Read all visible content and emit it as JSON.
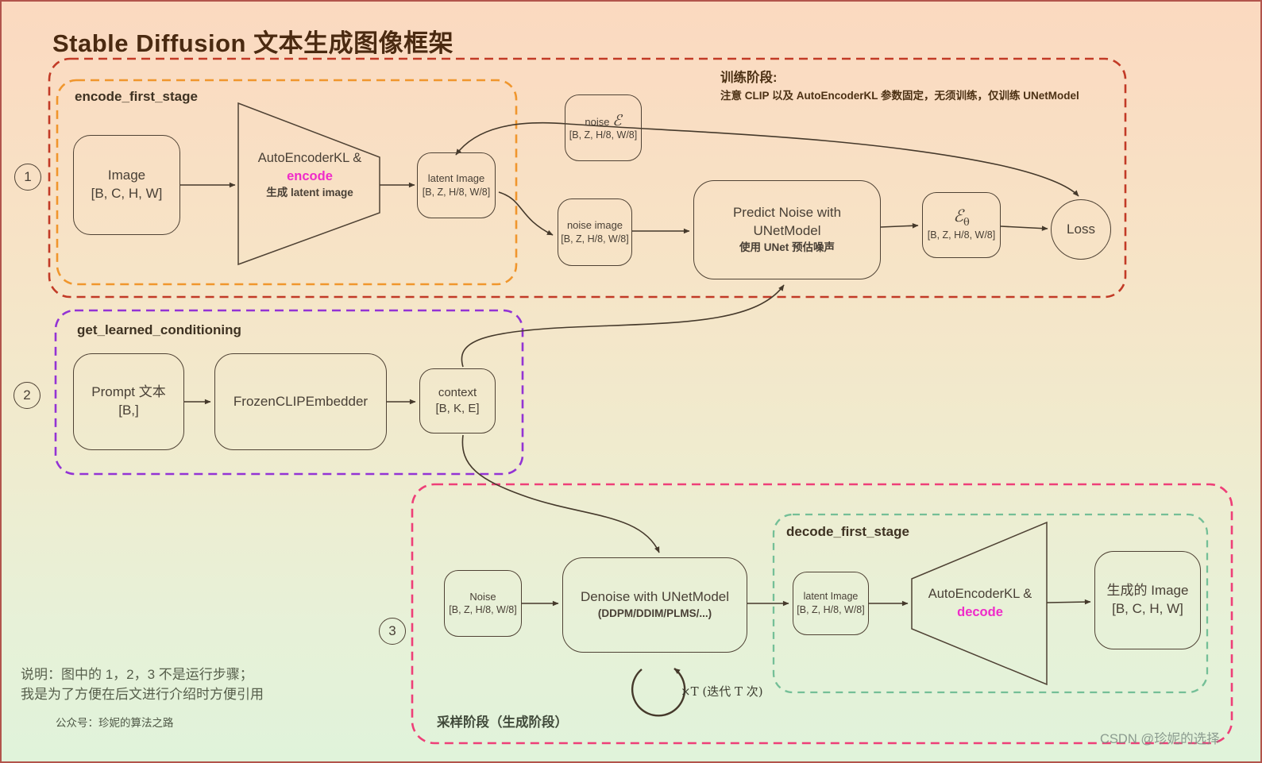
{
  "title": "Stable Diffusion 文本生成图像框架",
  "watermark": "CSDN @珍妮的选择",
  "badges": {
    "one": "1",
    "two": "2",
    "three": "3"
  },
  "groups": {
    "training": {
      "header": "训练阶段:",
      "note": "注意 CLIP 以及 AutoEncoderKL 参数固定，无须训练，仅训练 UNetModel"
    },
    "encode": {
      "label": "encode_first_stage"
    },
    "conditioning": {
      "label": "get_learned_conditioning"
    },
    "sampling": {
      "label": "采样阶段（生成阶段）"
    },
    "decode": {
      "label": "decode_first_stage"
    }
  },
  "nodes": {
    "image": {
      "name": "Image",
      "dims": "[B, C, H, W]"
    },
    "encoder": {
      "line1": "AutoEncoderKL &",
      "line2": "encode",
      "line3": "生成 latent image"
    },
    "latent_train": {
      "name": "latent Image",
      "dims": "[B, Z, H/8, W/8]"
    },
    "noise_eps": {
      "name": "noise",
      "symbol": "ℰ",
      "dims": "[B, Z, H/8, W/8]"
    },
    "noise_image": {
      "name": "noise image",
      "dims": "[B, Z, H/8, W/8]"
    },
    "predict": {
      "line1": "Predict Noise with",
      "line2": "UNetModel",
      "line3": "使用 UNet 预估噪声"
    },
    "eps_theta": {
      "symbol": "ℰ",
      "sub": "θ",
      "dims": "[B, Z, H/8, W/8]"
    },
    "loss": {
      "name": "Loss"
    },
    "prompt": {
      "name": "Prompt 文本",
      "dims": "[B,]"
    },
    "clip": {
      "name": "FrozenCLIPEmbedder"
    },
    "context": {
      "name": "context",
      "dims": "[B, K, E]"
    },
    "noise_sample": {
      "name": "Noise",
      "dims": "[B, Z, H/8, W/8]"
    },
    "denoise": {
      "line1": "Denoise with UNetModel",
      "line2": "(DDPM/DDIM/PLMS/...)"
    },
    "latent_sample": {
      "name": "latent Image",
      "dims": "[B, Z, H/8, W/8]"
    },
    "decoder": {
      "line1": "AutoEncoderKL &",
      "line2": "decode"
    },
    "generated": {
      "name": "生成的 Image",
      "dims": "[B, C, H, W]"
    },
    "loop": {
      "label": "×T (迭代 T 次)"
    }
  },
  "notes": {
    "line1": "说明：图中的 1，2，3 不是运行步骤；",
    "line2": "我是为了方便在后文进行介绍时方便引用",
    "account": "公众号：珍妮的算法之路"
  },
  "colors": {
    "training_border": "#c23a26",
    "encode_border": "#f0962d",
    "conditioning_border": "#9333d4",
    "sampling_border": "#ee3f78",
    "decode_border": "#74bf97",
    "highlight": "#ef2bc9",
    "line": "#45392b",
    "node_border": "#4f4234"
  }
}
